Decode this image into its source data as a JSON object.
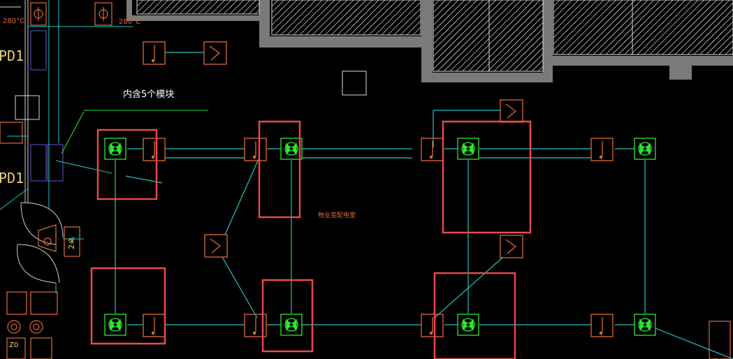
{
  "labels": {
    "temp_left": "280°C",
    "temp_right": "280°C",
    "panel_top": "PD1",
    "panel_bottom": "PD1",
    "module_note": "内含5个模块",
    "room_name": "物业变配电室",
    "side_mark": "2乡",
    "bottom_mark": "Z0"
  },
  "colors": {
    "wire": "#1fc7c7",
    "device": "#e06a3a",
    "detector": "#2ee62e",
    "highlight": "#e84a4a",
    "wall": "#7a7a7a",
    "leader": "#2ee62e"
  }
}
